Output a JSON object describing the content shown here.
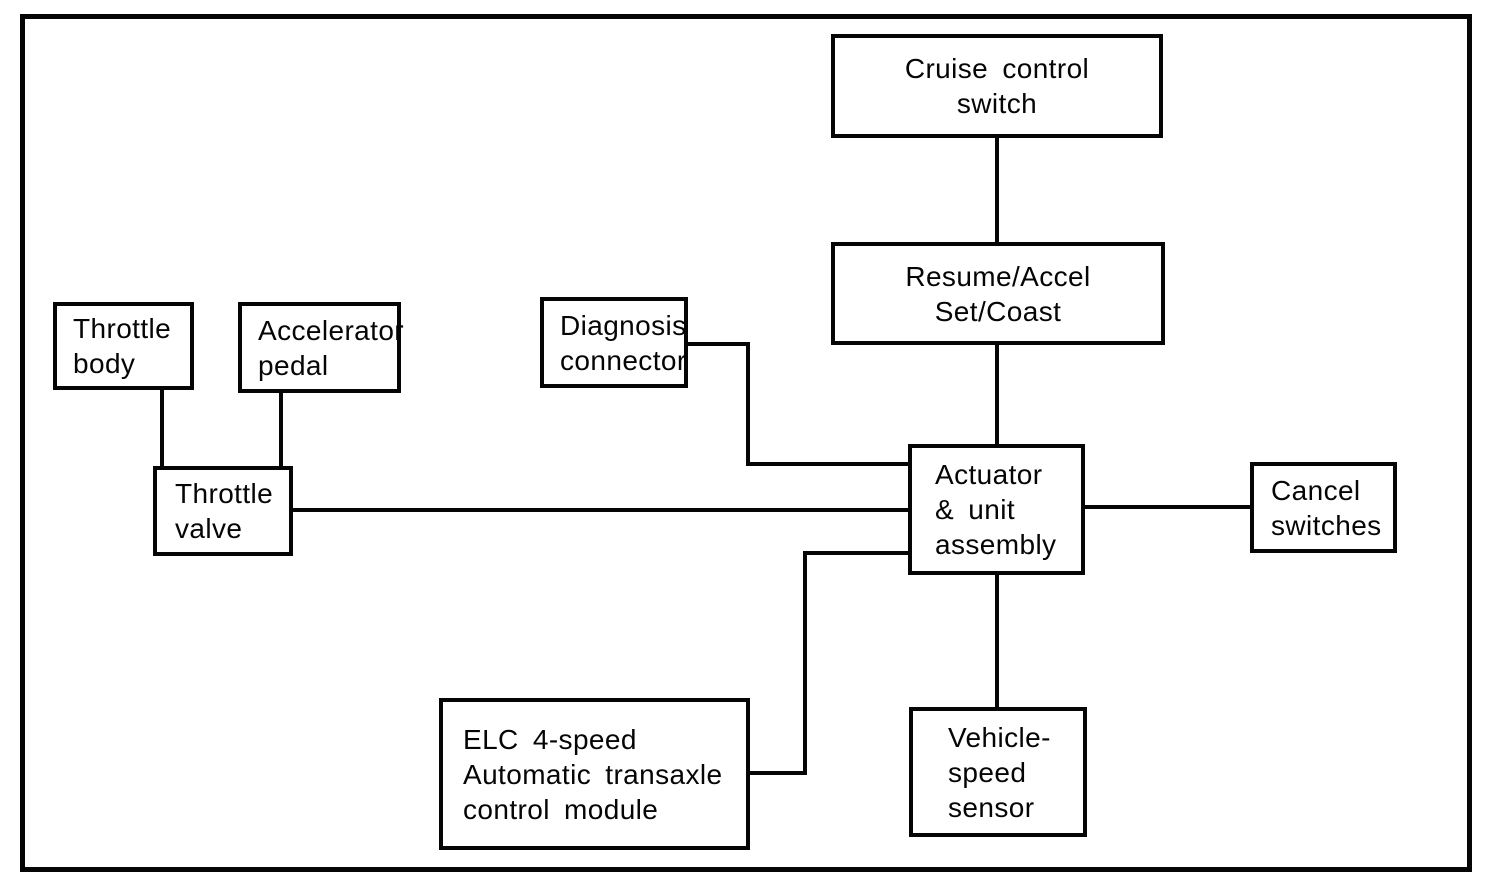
{
  "page": {
    "background_color": "#ffffff",
    "ink_color": "#050505",
    "kind": "scanned block diagram of an automotive cruise control system"
  },
  "diagram": {
    "type": "block-diagram",
    "nodes": {
      "cruise_control_switch": {
        "label": "Cruise control\nswitch"
      },
      "resume_accel_set_coast": {
        "label": "Resume/Accel\nSet/Coast"
      },
      "throttle_body": {
        "label": "Throttle\nbody"
      },
      "accelerator_pedal": {
        "label": "Accelerator\npedal"
      },
      "diagnosis_connector": {
        "label": "Diagnosis\nconnector"
      },
      "throttle_valve": {
        "label": "Throttle\nvalve"
      },
      "actuator_unit_assembly": {
        "label": "Actuator\n& unit\nassembly"
      },
      "cancel_switches": {
        "label": "Cancel\nswitches"
      },
      "elc_module": {
        "label": "ELC 4-speed\nAutomatic transaxle\ncontrol module"
      },
      "vehicle_speed_sensor": {
        "label": "Vehicle-\nspeed\nsensor"
      }
    },
    "edges": [
      {
        "from": "cruise_control_switch",
        "to": "resume_accel_set_coast"
      },
      {
        "from": "resume_accel_set_coast",
        "to": "actuator_unit_assembly"
      },
      {
        "from": "throttle_body",
        "to": "throttle_valve"
      },
      {
        "from": "accelerator_pedal",
        "to": "throttle_valve"
      },
      {
        "from": "diagnosis_connector",
        "to": "actuator_unit_assembly"
      },
      {
        "from": "throttle_valve",
        "to": "actuator_unit_assembly"
      },
      {
        "from": "actuator_unit_assembly",
        "to": "cancel_switches"
      },
      {
        "from": "actuator_unit_assembly",
        "to": "vehicle_speed_sensor"
      },
      {
        "from": "elc_module",
        "to": "actuator_unit_assembly"
      }
    ]
  }
}
